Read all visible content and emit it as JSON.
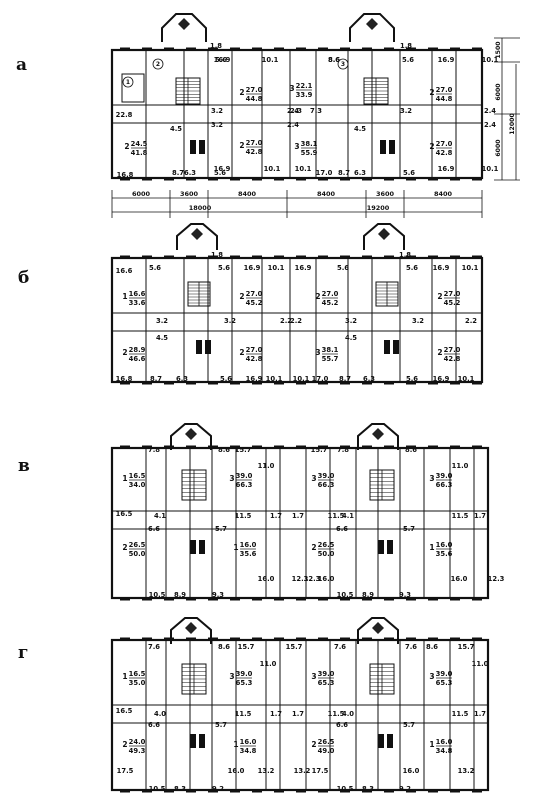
{
  "panels": [
    {
      "letter": "а",
      "rooms": [
        {
          "t": "16.9"
        },
        {
          "t": "10.1"
        },
        {
          "t": "1.8"
        },
        {
          "t": "5.6"
        },
        {
          "t": "3.2"
        },
        {
          "t": "3.2"
        },
        {
          "t": "4.5"
        },
        {
          "t": "2.4"
        },
        {
          "t": "2.4"
        },
        {
          "t": "5.6"
        },
        {
          "t": "6.3"
        },
        {
          "t": "8.7"
        },
        {
          "t": "16.9"
        },
        {
          "t": "10.1"
        },
        {
          "t": "16.8"
        },
        {
          "t": "22.8"
        },
        {
          "t": "2.3"
        },
        {
          "t": "10.1"
        },
        {
          "t": "17.0"
        },
        {
          "t": "8.7"
        },
        {
          "t": "6.3"
        },
        {
          "t": "8.6"
        },
        {
          "t": "5.6"
        },
        {
          "t": "16.9"
        },
        {
          "t": "10.1"
        },
        {
          "t": "5.6"
        },
        {
          "t": "2.4"
        },
        {
          "t": "7.3"
        },
        {
          "t": "3.2"
        },
        {
          "t": "4.5"
        },
        {
          "t": "2.4"
        },
        {
          "t": "1.8"
        },
        {
          "t": "8.6"
        },
        {
          "t": "16.9"
        },
        {
          "t": "10.1"
        }
      ],
      "apts": [
        {
          "n": "2",
          "a": "27.0",
          "b": "44.8"
        },
        {
          "n": "2",
          "a": "27.0",
          "b": "42.8"
        },
        {
          "n": "2",
          "a": "24.5",
          "b": "41.8"
        },
        {
          "n": "3",
          "a": "38.1",
          "b": "55.9"
        },
        {
          "n": "2",
          "a": "27.0",
          "b": "42.8"
        },
        {
          "n": "2",
          "a": "27.0",
          "b": "44.8"
        },
        {
          "n": "3",
          "a": "22.1",
          "b": "33.9"
        }
      ],
      "marks": [
        {
          "t": "1"
        },
        {
          "t": "2"
        },
        {
          "t": "3"
        }
      ],
      "dims": {
        "bottom_top": [
          "6000",
          "3600",
          "8400",
          "8400",
          "3600",
          "8400"
        ],
        "bottom_total": [
          "18000",
          "19200"
        ],
        "right": [
          "1500",
          "6000",
          "6000",
          "12000"
        ]
      }
    },
    {
      "letter": "б",
      "rooms": [
        {
          "t": "1.8"
        },
        {
          "t": "1.8"
        },
        {
          "t": "16.6"
        },
        {
          "t": "5.6"
        },
        {
          "t": "5.6"
        },
        {
          "t": "16.9"
        },
        {
          "t": "10.1"
        },
        {
          "t": "16.9"
        },
        {
          "t": "5.6"
        },
        {
          "t": "5.6"
        },
        {
          "t": "16.9"
        },
        {
          "t": "10.1"
        },
        {
          "t": "3.2"
        },
        {
          "t": "3.2"
        },
        {
          "t": "2.2"
        },
        {
          "t": "2.2"
        },
        {
          "t": "3.2"
        },
        {
          "t": "3.2"
        },
        {
          "t": "2.2"
        },
        {
          "t": "4.5"
        },
        {
          "t": "4.5"
        },
        {
          "t": "16.8"
        },
        {
          "t": "8.7"
        },
        {
          "t": "6.3"
        },
        {
          "t": "5.6"
        },
        {
          "t": "16.9"
        },
        {
          "t": "10.1"
        },
        {
          "t": "10.1"
        },
        {
          "t": "17.0"
        },
        {
          "t": "8.7"
        },
        {
          "t": "6.3"
        },
        {
          "t": "5.6"
        },
        {
          "t": "16.9"
        },
        {
          "t": "10.1"
        }
      ],
      "apts": [
        {
          "n": "1",
          "a": "16.6",
          "b": "33.6"
        },
        {
          "n": "2",
          "a": "27.0",
          "b": "45.2"
        },
        {
          "n": "2",
          "a": "27.0",
          "b": "45.2"
        },
        {
          "n": "2",
          "a": "27.0",
          "b": "45.2"
        },
        {
          "n": "2",
          "a": "28.9",
          "b": "46.6"
        },
        {
          "n": "2",
          "a": "27.0",
          "b": "42.8"
        },
        {
          "n": "3",
          "a": "38.1",
          "b": "55.7"
        },
        {
          "n": "2",
          "a": "27.0",
          "b": "42.8"
        }
      ]
    },
    {
      "letter": "в",
      "rooms": [
        {
          "t": "7.8"
        },
        {
          "t": "8.6"
        },
        {
          "t": "15.7"
        },
        {
          "t": "11.0"
        },
        {
          "t": "15.7"
        },
        {
          "t": "7.8"
        },
        {
          "t": "8.6"
        },
        {
          "t": "11.0"
        },
        {
          "t": "16.5"
        },
        {
          "t": "4.1"
        },
        {
          "t": "11.5"
        },
        {
          "t": "1.7"
        },
        {
          "t": "1.7"
        },
        {
          "t": "11.5"
        },
        {
          "t": "4.1"
        },
        {
          "t": "11.5"
        },
        {
          "t": "1.7"
        },
        {
          "t": "6.6"
        },
        {
          "t": "5.7"
        },
        {
          "t": "6.6"
        },
        {
          "t": "5.7"
        },
        {
          "t": "16.0"
        },
        {
          "t": "12.3"
        },
        {
          "t": "12.3"
        },
        {
          "t": "16.0"
        },
        {
          "t": "16.0"
        },
        {
          "t": "12.3"
        },
        {
          "t": "10.5"
        },
        {
          "t": "8.9"
        },
        {
          "t": "9.3"
        },
        {
          "t": "10.5"
        },
        {
          "t": "8.9"
        },
        {
          "t": "9.3"
        }
      ],
      "apts": [
        {
          "n": "1",
          "a": "16.5",
          "b": "34.0"
        },
        {
          "n": "3",
          "a": "39.0",
          "b": "66.3"
        },
        {
          "n": "3",
          "a": "39.0",
          "b": "66.3"
        },
        {
          "n": "3",
          "a": "39.0",
          "b": "66.3"
        },
        {
          "n": "2",
          "a": "26.5",
          "b": "50.0"
        },
        {
          "n": "1",
          "a": "16.0",
          "b": "35.6"
        },
        {
          "n": "2",
          "a": "26.5",
          "b": "50.0"
        },
        {
          "n": "1",
          "a": "16.0",
          "b": "35.6"
        }
      ]
    },
    {
      "letter": "г",
      "rooms": [
        {
          "t": "7.6"
        },
        {
          "t": "8.6"
        },
        {
          "t": "15.7"
        },
        {
          "t": "11.0"
        },
        {
          "t": "15.7"
        },
        {
          "t": "7.6"
        },
        {
          "t": "7.6"
        },
        {
          "t": "8.6"
        },
        {
          "t": "15.7"
        },
        {
          "t": "11.0"
        },
        {
          "t": "16.5"
        },
        {
          "t": "4.0"
        },
        {
          "t": "11.5"
        },
        {
          "t": "1.7"
        },
        {
          "t": "1.7"
        },
        {
          "t": "11.5"
        },
        {
          "t": "4.0"
        },
        {
          "t": "11.5"
        },
        {
          "t": "1.7"
        },
        {
          "t": "6.6"
        },
        {
          "t": "5.7"
        },
        {
          "t": "6.6"
        },
        {
          "t": "5.7"
        },
        {
          "t": "17.5"
        },
        {
          "t": "16.0"
        },
        {
          "t": "13.2"
        },
        {
          "t": "13.2"
        },
        {
          "t": "17.5"
        },
        {
          "t": "16.0"
        },
        {
          "t": "13.2"
        },
        {
          "t": "10.5"
        },
        {
          "t": "8.3"
        },
        {
          "t": "9.2"
        },
        {
          "t": "10.5"
        },
        {
          "t": "8.3"
        },
        {
          "t": "9.2"
        }
      ],
      "apts": [
        {
          "n": "1",
          "a": "16.5",
          "b": "35.0"
        },
        {
          "n": "3",
          "a": "39.0",
          "b": "65.3"
        },
        {
          "n": "3",
          "a": "39.0",
          "b": "65.3"
        },
        {
          "n": "3",
          "a": "39.0",
          "b": "65.3"
        },
        {
          "n": "2",
          "a": "24.0",
          "b": "49.3"
        },
        {
          "n": "1",
          "a": "16.0",
          "b": "34.8"
        },
        {
          "n": "2",
          "a": "26.5",
          "b": "49.0"
        },
        {
          "n": "1",
          "a": "16.0",
          "b": "34.8"
        }
      ]
    }
  ]
}
